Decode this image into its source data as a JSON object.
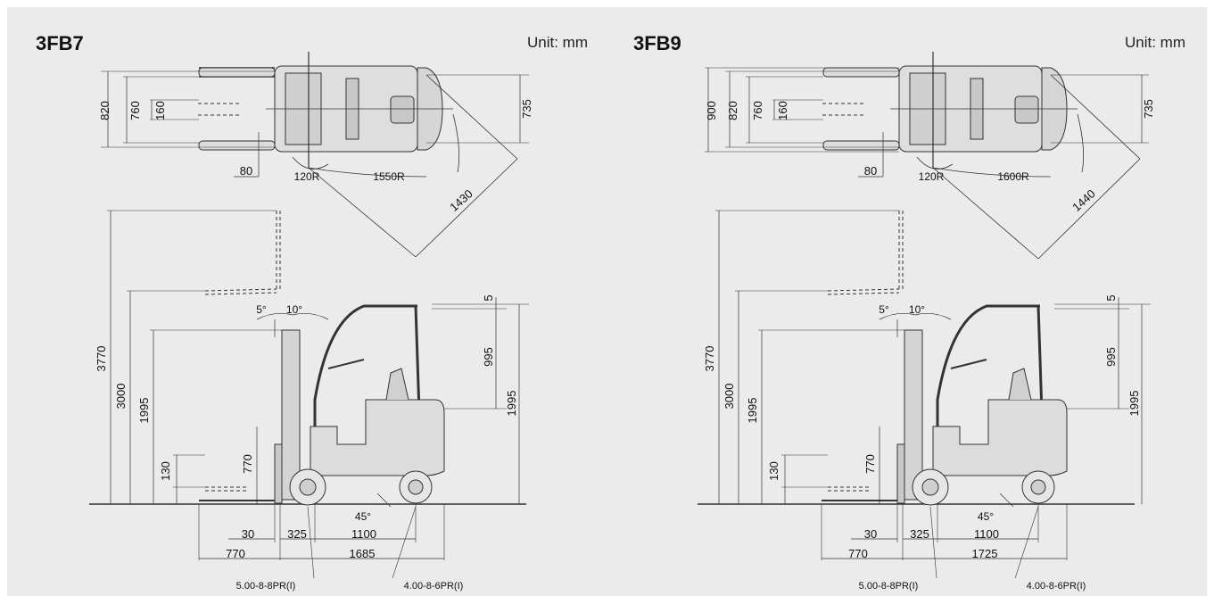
{
  "panels": [
    {
      "model": "3FB7",
      "unit": "Unit: mm",
      "top_view": {
        "overall_width": "820",
        "tread_width": "760",
        "fork_spread": "160",
        "rear_width": "735",
        "fork_offset": "80",
        "inner_turning_radius": "120R",
        "outer_turning_radius": "1550R",
        "aisle_dimension": "1430"
      },
      "side_view": {
        "max_height_extended": "3770",
        "lift_height": "3000",
        "lowered_mast_height": "1995",
        "free_lift": "130",
        "fork_height": "770",
        "guard_top": "5",
        "seat_to_guard": "995",
        "guard_height": "1995",
        "tilt_forward": "5°",
        "tilt_backward": "10°",
        "ground_angle": "45°",
        "fork_thickness": "30",
        "front_overhang": "325",
        "wheelbase": "1100",
        "fork_length": "770",
        "overall_length": "1685",
        "front_tire": "5.00-8-8PR(I)",
        "rear_tire": "4.00-8-6PR(I)"
      }
    },
    {
      "model": "3FB9",
      "unit": "Unit: mm",
      "top_view": {
        "outer_width": "900",
        "overall_width": "820",
        "tread_width": "760",
        "fork_spread": "160",
        "rear_width": "735",
        "fork_offset": "80",
        "inner_turning_radius": "120R",
        "outer_turning_radius": "1600R",
        "aisle_dimension": "1440"
      },
      "side_view": {
        "max_height_extended": "3770",
        "lift_height": "3000",
        "lowered_mast_height": "1995",
        "free_lift": "130",
        "fork_height": "770",
        "guard_top": "5",
        "seat_to_guard": "995",
        "guard_height": "1995",
        "tilt_forward": "5°",
        "tilt_backward": "10°",
        "ground_angle": "45°",
        "fork_thickness": "30",
        "front_overhang": "325",
        "wheelbase": "1100",
        "fork_length": "770",
        "overall_length": "1725",
        "front_tire": "5.00-8-8PR(I)",
        "rear_tire": "4.00-8-6PR(I)"
      }
    }
  ]
}
